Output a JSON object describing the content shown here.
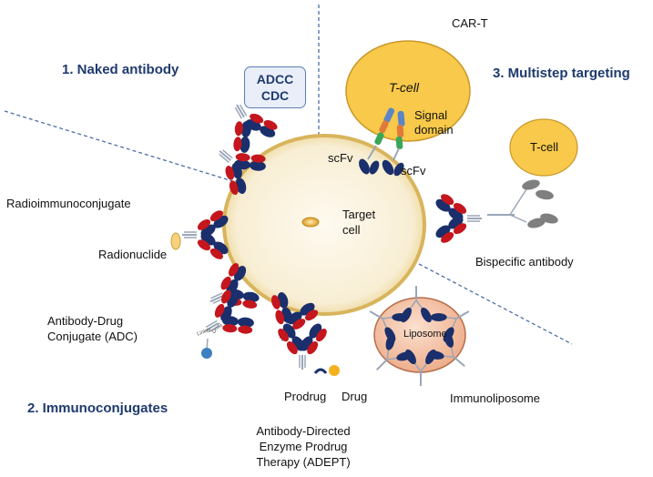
{
  "sections": {
    "naked": "1. Naked antibody",
    "immuno": "2. Immunoconjugates",
    "multistep": "3. Multistep targeting"
  },
  "adcc": [
    "ADCC",
    "CDC"
  ],
  "labels": {
    "car_t": "CAR-T",
    "tcell_top": "T-cell",
    "signal_domain": [
      "Signal",
      "domain"
    ],
    "scfv_left": "scFv",
    "scfv_right": "scFv",
    "target_cell": [
      "Target",
      "cell"
    ],
    "tcell_right": "T-cell",
    "bispecific": "Bispecific antibody",
    "radioimmunoconjugate": "Radioimmunoconjugate",
    "radionuclide": "Radionuclide",
    "adc": [
      "Antibody-Drug",
      "Conjugate (ADC)"
    ],
    "linker": "Linker",
    "drug_small": "Drug",
    "liposome": "Liposome",
    "immunoliposome": "Immunoliposome",
    "prodrug": "Prodrug",
    "drug": "Drug",
    "adept": [
      "Antibody-Directed",
      "Enzyme Prodrug",
      "Therapy (ADEPT)"
    ]
  },
  "colors": {
    "divider": "#4a6fa5",
    "heavy_chain": "#1a2f6b",
    "light_chain": "#c4161c",
    "cell_fill": "#fbf4e3",
    "cell_edge": "#d8b45c",
    "tcell_fill": "#f8c94a",
    "liposome_fill": "#f4c7ad",
    "section_text": "#1f3a6e"
  }
}
